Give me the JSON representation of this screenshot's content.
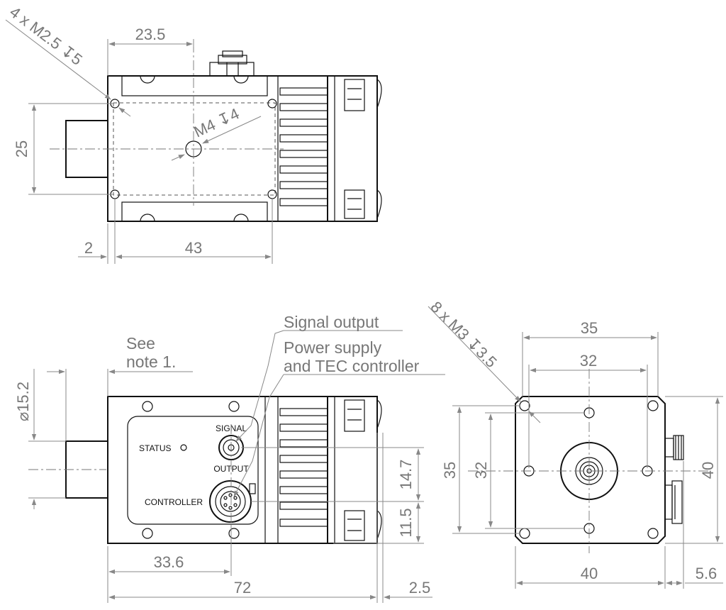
{
  "top_view": {
    "hole_note": "4 x M2.5 ↧5",
    "center_hole_note": "M4 ↧4",
    "dim_width_top": "23.5",
    "dim_height": "25",
    "dim_offset": "2",
    "dim_length": "43"
  },
  "front_view": {
    "see_note_line1": "See",
    "see_note_line2": "note 1.",
    "signal_output_label": "Signal output",
    "power_label_line1": "Power supply",
    "power_label_line2": "and TEC controller",
    "dim_diameter": "⌀15.2",
    "dim_14_7": "14.7",
    "dim_11_5": "11.5",
    "dim_33_6": "33.6",
    "dim_72": "72",
    "dim_2_5": "2.5",
    "panel": {
      "status": "STATUS",
      "signal": "SIGNAL",
      "output": "OUTPUT",
      "controller": "CONTROLLER"
    }
  },
  "side_view": {
    "hole_note": "8 x M3 ↧3.5",
    "dim_35_top": "35",
    "dim_32_top": "32",
    "dim_35_left": "35",
    "dim_32_left": "32",
    "dim_40_right": "40",
    "dim_40_bottom": "40",
    "dim_5_6": "5.6"
  }
}
